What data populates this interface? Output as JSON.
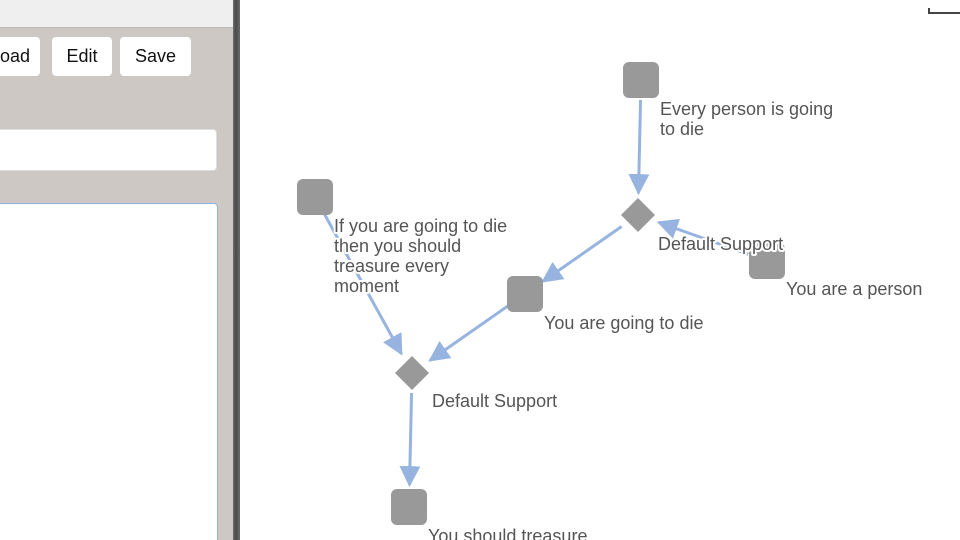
{
  "toolbar": {
    "load_label": "Load",
    "edit_label": "Edit",
    "save_label": "Save"
  },
  "editor": {
    "name_value": "",
    "text_value": ""
  },
  "colors": {
    "node": "#999999",
    "edge": "#97b4e0",
    "label": "#555555",
    "panel": "#cdc8c4"
  },
  "diagram": {
    "claims": [
      {
        "id": "c1",
        "lines": [
          "Every person is going",
          "to die"
        ]
      },
      {
        "id": "c2",
        "lines": [
          "You are a person"
        ]
      },
      {
        "id": "c3",
        "lines": [
          "You are going to die"
        ]
      },
      {
        "id": "c4",
        "lines": [
          "If you are going to die",
          "then you should",
          "treasure every",
          "moment"
        ]
      },
      {
        "id": "c5",
        "lines": [
          "You should treasure"
        ]
      }
    ],
    "supports": [
      {
        "id": "s1",
        "label": "Default Support"
      },
      {
        "id": "s2",
        "label": "Default Support"
      }
    ],
    "edges": [
      {
        "from": "c1",
        "to": "s1"
      },
      {
        "from": "c2",
        "to": "s1"
      },
      {
        "from": "s1",
        "to": "c3"
      },
      {
        "from": "c3",
        "to": "s2"
      },
      {
        "from": "c4",
        "to": "s2"
      },
      {
        "from": "s2",
        "to": "c5"
      }
    ]
  }
}
